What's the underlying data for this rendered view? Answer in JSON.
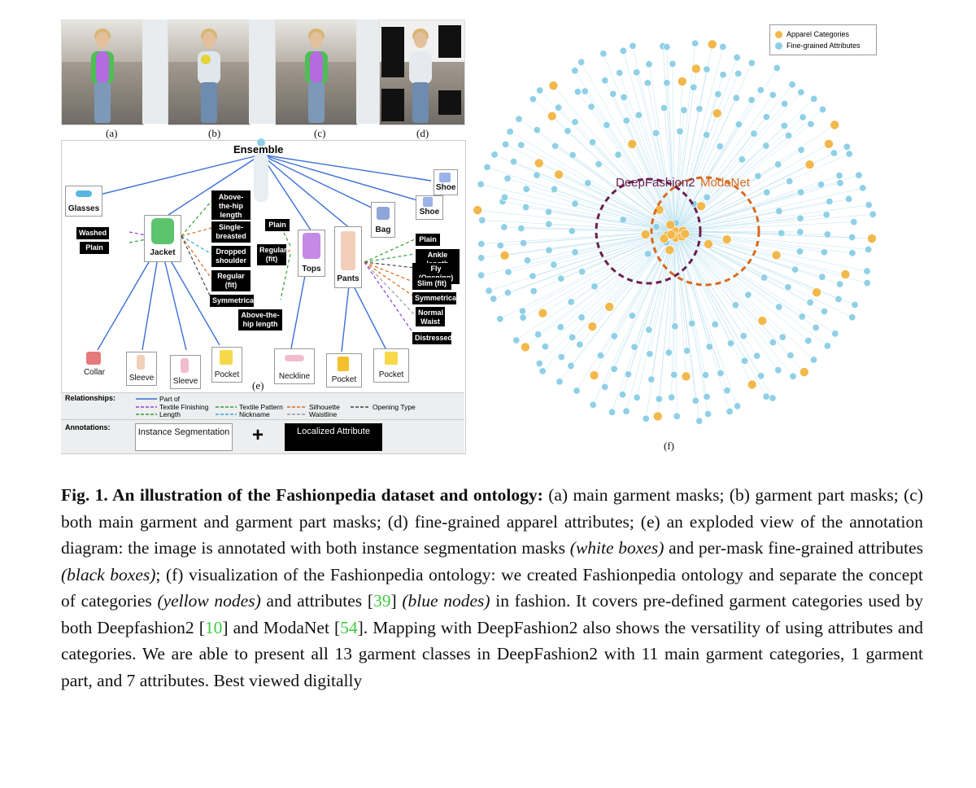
{
  "figure": {
    "photo_captions": [
      "(a)",
      "(b)",
      "(c)",
      "(d)"
    ],
    "panel_e_label": "(e)",
    "panel_f_label": "(f)",
    "diagram": {
      "root": "Ensemble",
      "glasses": "Glasses",
      "jacket": "Jacket",
      "tops": "Tops",
      "pants": "Pants",
      "bag": "Bag",
      "shoe1": "Shoe",
      "shoe2": "Shoe",
      "jacket_attrs_left": [
        "Washed",
        "Plain"
      ],
      "jacket_attrs_right": [
        "Above-the-hip length",
        "Single-breasted",
        "Dropped shoulder",
        "Regular (fit)",
        "Symmetrical"
      ],
      "tops_attrs": [
        "Plain",
        "Regular (fit)",
        "Above-the-hip length"
      ],
      "pants_attrs": [
        "Plain",
        "Ankle length",
        "Fly (Opening)",
        "Slim (fit)",
        "Symmetrical",
        "Normal Waist",
        "Distressed"
      ],
      "parts": [
        "Collar",
        "Sleeve",
        "Sleeve",
        "Pocket",
        "Neckline",
        "Pocket",
        "Pocket"
      ]
    },
    "relationships": {
      "label": "Relationships:",
      "items": [
        "Part of",
        "Textile Finishing",
        "Length",
        "Textile Pattern",
        "Nickname",
        "Silhouette",
        "Waistline",
        "Opening Type"
      ],
      "colors": [
        "#3a6fd8",
        "#9b3ad8",
        "#3a9b3a",
        "#3a9b3a",
        "#3aa8d8",
        "#d86a1f",
        "#9a9a9a",
        "#444444"
      ]
    },
    "annotations": {
      "label": "Annotations:",
      "instance": "Instance Segmentation",
      "plus": "+",
      "localized": "Localized Attribute"
    },
    "ontology": {
      "legend_apparel": "Apparel Categories",
      "legend_attr": "Fine-grained Attributes",
      "deepfashion2": "DeepFashion2",
      "modanet": "ModaNet",
      "colors": {
        "apparel": "#f2b84b",
        "attr": "#8fd0e6",
        "df2": "#6b1f4f",
        "moda": "#d86a1f",
        "edge": "#bfe3f0"
      }
    }
  },
  "caption": {
    "fig_label": "Fig. 1. An illustration of the Fashionpedia dataset and ontology:",
    "p1": " (a) main garment masks; (b) garment part masks; (c) both main garment and garment part masks; (d) fine-grained apparel attributes; (e) an exploded view of the annotation diagram: the image is annotated with both instance segmentation masks ",
    "i1": "(white boxes)",
    "p2": " and per-mask fine-grained attributes ",
    "i2": "(black boxes)",
    "p3": "; (f) visualization of the Fashionpedia ontology: we created Fashionpedia ontology and separate the concept of categories ",
    "i3": "(yellow nodes)",
    "p4": " and attributes [",
    "r1": "39",
    "p5": "] ",
    "i4": "(blue nodes)",
    "p6": " in fashion. It covers pre-defined garment categories used by both Deepfashion2 [",
    "r2": "10",
    "p7": "] and ModaNet [",
    "r3": "54",
    "p8": "]. Mapping with DeepFashion2 also shows the versatility of using attributes and categories. We are able to present all 13 garment classes in DeepFashion2 with 11 main garment categories, 1 garment part, and 7 attributes. Best viewed digitally"
  }
}
